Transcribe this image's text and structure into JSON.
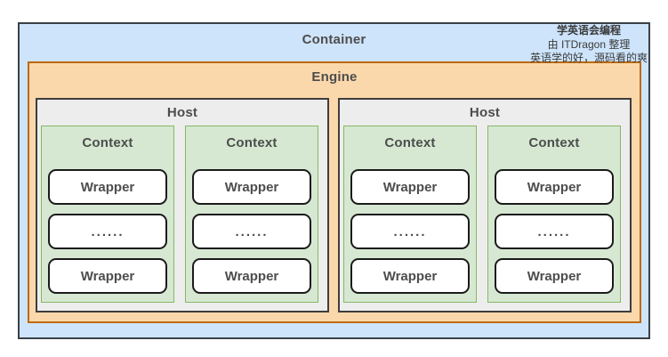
{
  "watermark": {
    "line1": "学英语会编程",
    "line2": "由 ITDragon 整理",
    "line3": "英语学的好，源码看的爽"
  },
  "diagram": {
    "container_label": "Container",
    "engine_label": "Engine",
    "ellipsis": "......",
    "hosts": [
      {
        "label": "Host",
        "contexts": [
          {
            "label": "Context",
            "wrappers": [
              "Wrapper",
              "......",
              "Wrapper"
            ]
          },
          {
            "label": "Context",
            "wrappers": [
              "Wrapper",
              "......",
              "Wrapper"
            ]
          }
        ]
      },
      {
        "label": "Host",
        "contexts": [
          {
            "label": "Context",
            "wrappers": [
              "Wrapper",
              "......",
              "Wrapper"
            ]
          },
          {
            "label": "Context",
            "wrappers": [
              "Wrapper",
              "......",
              "Wrapper"
            ]
          }
        ]
      }
    ]
  },
  "colors": {
    "container_fill": "#cee4fb",
    "container_border": "#3a4047",
    "engine_fill": "#fbd8ab",
    "engine_border": "#bd6a0c",
    "host_fill": "#ededed",
    "host_border": "#3d3d3d",
    "context_fill": "#d6e8d2",
    "context_border": "#86b864",
    "wrapper_fill": "#ffffff",
    "wrapper_border": "#1b1b1b",
    "label_text": "#4d4d4d"
  }
}
